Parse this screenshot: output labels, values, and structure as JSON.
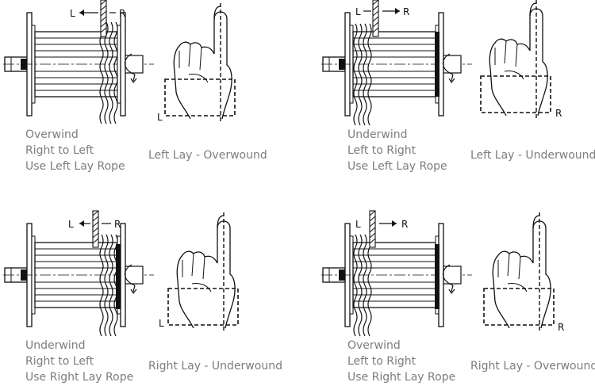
{
  "panels": [
    {
      "id": "p1",
      "caption": [
        "Overwind",
        "Right to Left",
        "Use Left Lay Rope"
      ],
      "label": "Left Lay - Overwound",
      "arrow_left": "L",
      "arrow_right": "R",
      "hand_letter": "L"
    },
    {
      "id": "p2",
      "caption": [
        "Underwind",
        "Left to Right",
        "Use Left Lay Rope"
      ],
      "label": "Left Lay - Underwound",
      "arrow_left": "L",
      "arrow_right": "R",
      "hand_letter": "R"
    },
    {
      "id": "p3",
      "caption": [
        "Underwind",
        "Right to Left",
        "Use Right Lay Rope"
      ],
      "label": "Right Lay - Underwound",
      "arrow_left": "L",
      "arrow_right": "R",
      "hand_letter": "L"
    },
    {
      "id": "p4",
      "caption": [
        "Overwind",
        "Left to Right",
        "Use Right Lay Rope"
      ],
      "label": "Right Lay - Overwound",
      "arrow_left": "L",
      "arrow_right": "R",
      "hand_letter": "R"
    }
  ]
}
